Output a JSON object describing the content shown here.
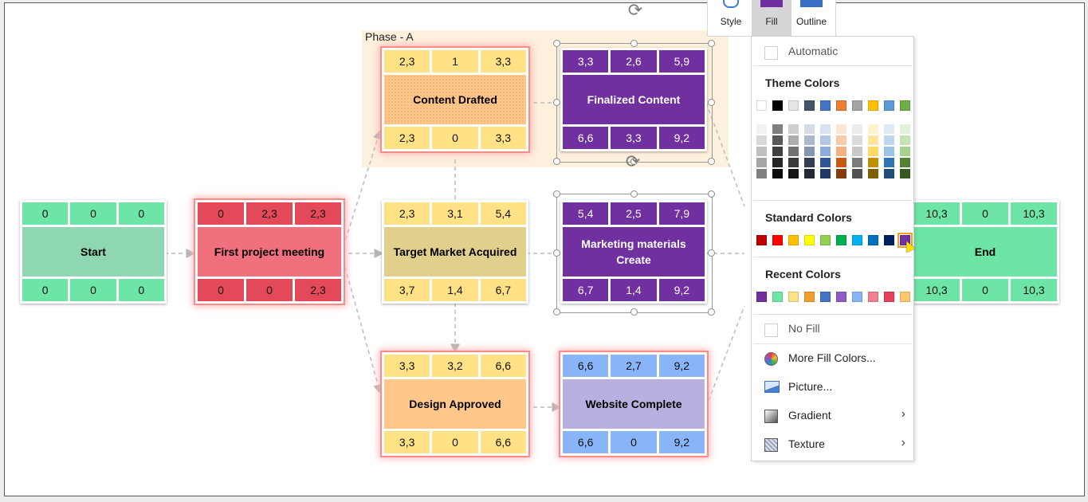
{
  "phase": {
    "label": "Phase - A"
  },
  "nodes": [
    {
      "id": "start",
      "title": "Start",
      "top": [
        "0",
        "0",
        "0"
      ],
      "bottom": [
        "0",
        "0",
        "0"
      ]
    },
    {
      "id": "first",
      "title": "First project meeting",
      "top": [
        "0",
        "2,3",
        "2,3"
      ],
      "bottom": [
        "0",
        "0",
        "2,3"
      ]
    },
    {
      "id": "content",
      "title": "Content Drafted",
      "top": [
        "2,3",
        "1",
        "3,3"
      ],
      "bottom": [
        "2,3",
        "0",
        "3,3"
      ]
    },
    {
      "id": "finalized",
      "title": "Finalized Content",
      "top": [
        "3,3",
        "2,6",
        "5,9"
      ],
      "bottom": [
        "6,6",
        "3,3",
        "9,2"
      ]
    },
    {
      "id": "target",
      "title": "Target Market Acquired",
      "top": [
        "2,3",
        "3,1",
        "5,4"
      ],
      "bottom": [
        "3,7",
        "1,4",
        "6,7"
      ]
    },
    {
      "id": "marketing",
      "title": "Marketing materials Create",
      "top": [
        "5,4",
        "2,5",
        "7,9"
      ],
      "bottom": [
        "6,7",
        "1,4",
        "9,2"
      ]
    },
    {
      "id": "design",
      "title": "Design Approved",
      "top": [
        "3,3",
        "3,2",
        "6,6"
      ],
      "bottom": [
        "3,3",
        "0",
        "6,6"
      ]
    },
    {
      "id": "website",
      "title": "Website Complete",
      "top": [
        "6,6",
        "2,7",
        "9,2"
      ],
      "bottom": [
        "6,6",
        "0",
        "9,2"
      ]
    },
    {
      "id": "end",
      "title": "End",
      "top": [
        "10,3",
        "0",
        "10,3"
      ],
      "bottom": [
        "10,3",
        "0",
        "10,3"
      ]
    }
  ],
  "ribbon": {
    "tabs": [
      {
        "label": "Style",
        "icon": "shape-style-icon"
      },
      {
        "label": "Fill",
        "icon": "fill-icon",
        "active": true
      },
      {
        "label": "Outline",
        "icon": "outline-icon"
      }
    ]
  },
  "menu": {
    "automatic": "Automatic",
    "theme_title": "Theme Colors",
    "theme_top": [
      "#ffffff",
      "#000000",
      "#e7e6e6",
      "#44546a",
      "#4472c4",
      "#ed7d31",
      "#a5a5a5",
      "#ffc000",
      "#5b9bd5",
      "#70ad47"
    ],
    "theme_shades": [
      [
        "#f2f2f2",
        "#d9d9d9",
        "#bfbfbf",
        "#a6a6a6",
        "#808080"
      ],
      [
        "#808080",
        "#595959",
        "#404040",
        "#262626",
        "#0d0d0d"
      ],
      [
        "#d0cece",
        "#afabab",
        "#767171",
        "#3a3838",
        "#171616"
      ],
      [
        "#d6dce4",
        "#adb9ca",
        "#8497b0",
        "#333f4f",
        "#222a35"
      ],
      [
        "#d9e2f3",
        "#b4c7e7",
        "#8faadc",
        "#2f5597",
        "#1f3864"
      ],
      [
        "#fbe5d6",
        "#f8cbad",
        "#f4b183",
        "#c55a11",
        "#843c0c"
      ],
      [
        "#ededed",
        "#dbdbdb",
        "#c9c9c9",
        "#7b7b7b",
        "#525252"
      ],
      [
        "#fff2cc",
        "#ffe699",
        "#ffd966",
        "#bf9000",
        "#7f6000"
      ],
      [
        "#deebf7",
        "#bdd7ee",
        "#9dc3e6",
        "#2e75b6",
        "#1f4e79"
      ],
      [
        "#e2f0d9",
        "#c5e0b4",
        "#a9d18e",
        "#548235",
        "#385723"
      ]
    ],
    "standard_title": "Standard Colors",
    "standard": [
      "#c00000",
      "#ff0000",
      "#ffc000",
      "#ffff00",
      "#92d050",
      "#00b050",
      "#00b0f0",
      "#0070c0",
      "#002060",
      "#7030a0"
    ],
    "recent_title": "Recent Colors",
    "recent": [
      "#7030a0",
      "#6ee6a9",
      "#ffe285",
      "#f0a030",
      "#4472c4",
      "#8e5ac6",
      "#8ab4f8",
      "#f08090",
      "#e8405a",
      "#ffc66e"
    ],
    "no_fill": "No Fill",
    "more_colors": "More Fill Colors...",
    "picture": "Picture...",
    "gradient": "Gradient",
    "texture": "Texture",
    "submenu_arrow": "›"
  }
}
